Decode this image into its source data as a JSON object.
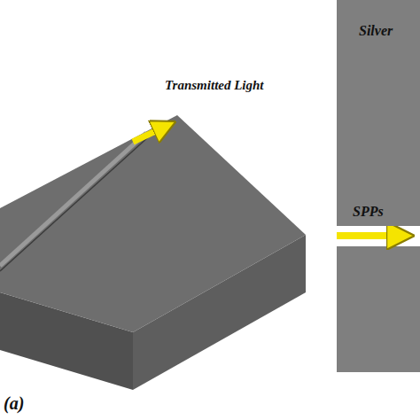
{
  "diagram": {
    "nodes": [
      {
        "text": [
          "Silver"
        ]
      }
    ],
    "labels": [
      "Transmitted Light",
      "SPPs",
      "(a)"
    ]
  }
}
